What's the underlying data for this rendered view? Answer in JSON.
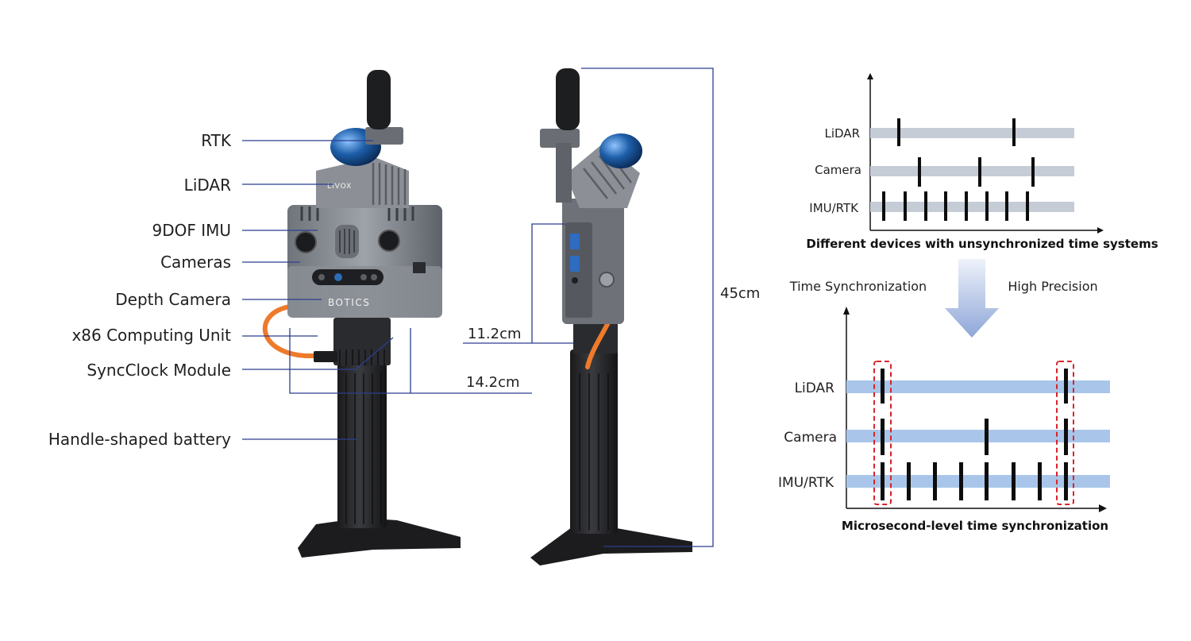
{
  "component_labels": [
    "RTK",
    "LiDAR",
    "9DOF IMU",
    "Cameras",
    "Depth Camera",
    "x86 Computing Unit",
    "SyncClock Module",
    "Handle-shaped battery"
  ],
  "product_text": {
    "lidar_brand": "LIVOX",
    "body_brand": "BOTICS"
  },
  "dimensions": {
    "depth_a": "11.2cm",
    "depth_b": "14.2cm",
    "height": "45cm"
  },
  "unsync_chart": {
    "rows": [
      "LiDAR",
      "Camera",
      "IMU/RTK"
    ],
    "caption": "Different devices with unsynchronized time systems"
  },
  "transition": {
    "left": "Time Synchronization",
    "right": "High Precision"
  },
  "sync_chart": {
    "rows": [
      "LiDAR",
      "Camera",
      "IMU/RTK"
    ],
    "caption": "Microsecond-level time synchronization"
  },
  "colors": {
    "leader_line": "#2b3f8f",
    "unsync_band": "#c5ccd6",
    "sync_band": "#a9c6ea",
    "sync_box": "#d9232b",
    "cable": "#ee7a2c",
    "lidar_dome": "#1d5ea8"
  }
}
